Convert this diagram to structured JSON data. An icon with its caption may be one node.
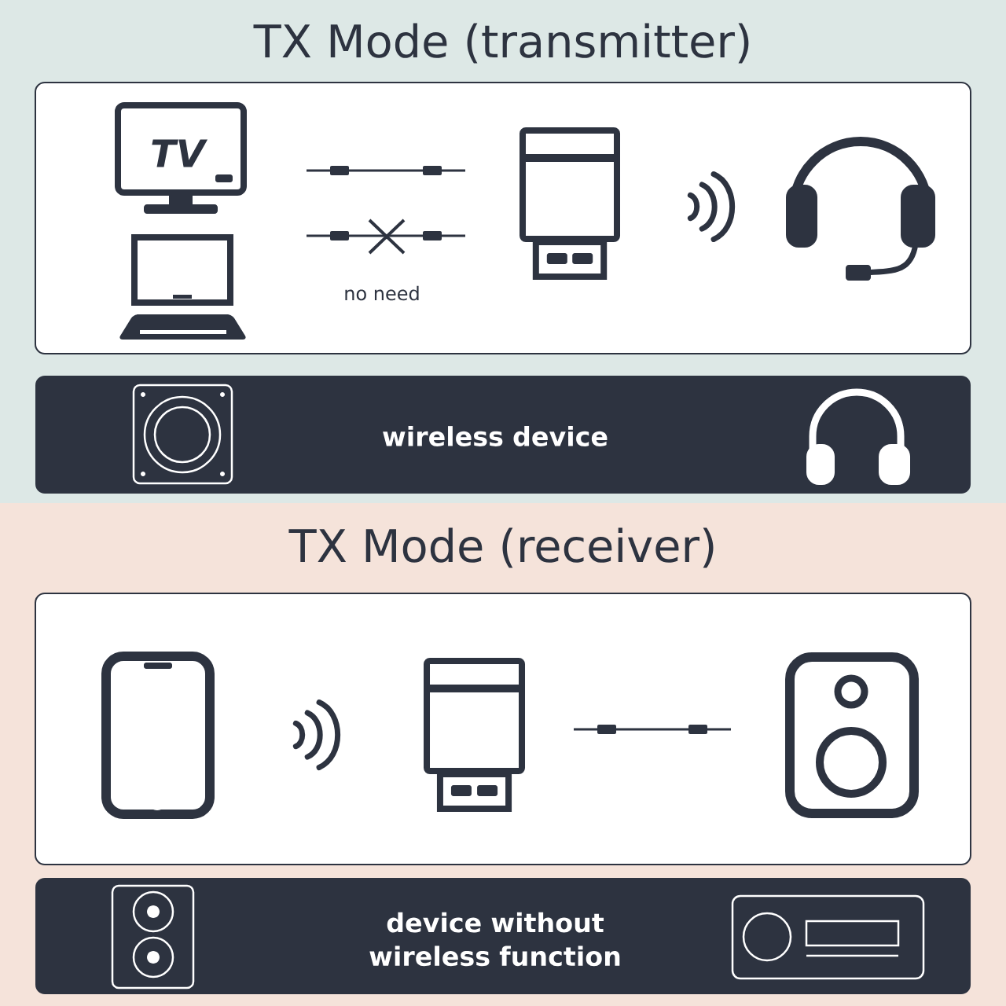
{
  "diagram": {
    "nodes": [
      {
        "text": [
          "TX Mode (transmitter)"
        ]
      },
      {
        "text": [
          "wireless device"
        ]
      },
      {
        "text": [
          "TX Mode (receiver)"
        ]
      },
      {
        "text": [
          "device without wireless function"
        ]
      }
    ],
    "labels": [
      "TV",
      "no need"
    ]
  }
}
